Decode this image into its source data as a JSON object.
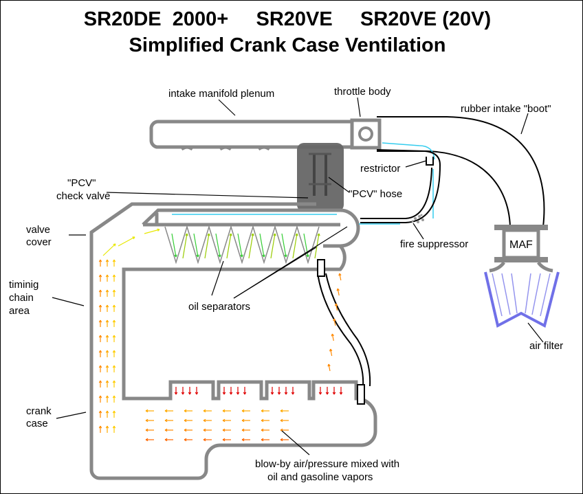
{
  "title_line1": "SR20DE  2000+     SR20VE     SR20VE (20V)",
  "title_line2": "Simplified Crank Case Ventilation",
  "labels": {
    "intake_manifold_plenum": "intake manifold plenum",
    "throttle_body": "throttle body",
    "rubber_intake_boot": "rubber intake \"boot\"",
    "restrictor": "restrictor",
    "pcv_check_valve_1": "\"PCV\"",
    "pcv_check_valve_2": "check valve",
    "pcv_hose": "\"PCV\" hose",
    "valve_cover_1": "valve",
    "valve_cover_2": "cover",
    "fire_suppressor": "fire suppressor",
    "maf": "MAF",
    "timing_chain_1": "timinig",
    "timing_chain_2": "chain",
    "timing_chain_3": "area",
    "oil_separators": "oil separators",
    "air_filter": "air filter",
    "crank_case_1": "crank",
    "crank_case_2": "case",
    "blowby_1": "blow-by air/pressure mixed with",
    "blowby_2": "oil and gasoline vapors"
  },
  "colors": {
    "housing": "#888888",
    "pcv_hose": "#666666",
    "air_filter": "#7070e8",
    "flow_fresh": "#33ccee",
    "flow_hot": "#e00000",
    "flow_mid": "#ff8800",
    "flow_cool": "#e8e800",
    "flow_green": "#33cc33"
  }
}
